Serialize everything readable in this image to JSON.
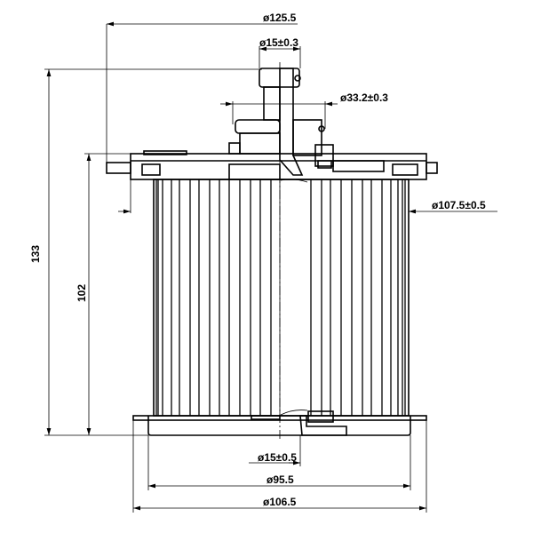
{
  "dimensions": {
    "outer_flange_diameter": "ø125.5",
    "top_outlet_diameter": "ø15±0.3",
    "seal_diameter": "ø33.2±0.3",
    "body_diameter": "ø107.5±0.5",
    "overall_height": "133",
    "element_height": "102",
    "bottom_bore_diameter": "ø15±0.5",
    "bottom_inner_diameter": "ø95.5",
    "bottom_outer_diameter": "ø106.5"
  },
  "colors": {
    "line": "#000000",
    "background": "#ffffff"
  }
}
